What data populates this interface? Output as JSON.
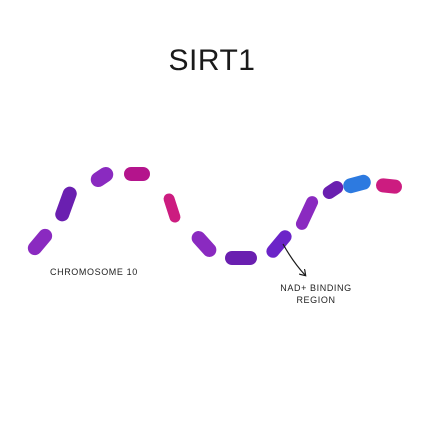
{
  "title": "SIRT1",
  "labels": {
    "chromosome": "CHROMOSOME 10",
    "nad_line1": "NAD+ BINDING",
    "nad_line2": "REGION"
  },
  "colors": {
    "violet": "#8a2ac0",
    "deep_purple": "#6a1fb0",
    "indigo": "#6b24c8",
    "magenta": "#b4148c",
    "pink": "#cc1c80",
    "blue": "#2d7ae0",
    "arrow": "#1a1a1a"
  },
  "segments": [
    {
      "name": "segment-1",
      "color": "violet"
    },
    {
      "name": "segment-2",
      "color": "deep_purple"
    },
    {
      "name": "segment-3",
      "color": "violet"
    },
    {
      "name": "segment-4",
      "color": "magenta"
    },
    {
      "name": "segment-5",
      "color": "pink"
    },
    {
      "name": "segment-6",
      "color": "violet"
    },
    {
      "name": "segment-7",
      "color": "deep_purple"
    },
    {
      "name": "segment-8",
      "color": "indigo"
    },
    {
      "name": "segment-9",
      "color": "violet"
    },
    {
      "name": "segment-10",
      "color": "deep_purple"
    },
    {
      "name": "segment-11",
      "color": "blue"
    },
    {
      "name": "segment-12",
      "color": "pink"
    }
  ]
}
